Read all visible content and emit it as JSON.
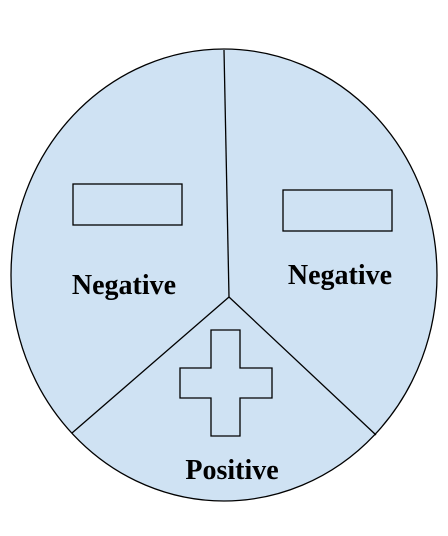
{
  "diagram": {
    "regions": [
      {
        "label": "Negative",
        "symbol": "minus-sign"
      },
      {
        "label": "Negative",
        "symbol": "minus-sign"
      },
      {
        "label": "Positive",
        "symbol": "plus-sign"
      }
    ],
    "colors": {
      "fill": "#cfe2f3",
      "stroke": "#000000",
      "symbol_fill": "#cfe2f3"
    }
  }
}
